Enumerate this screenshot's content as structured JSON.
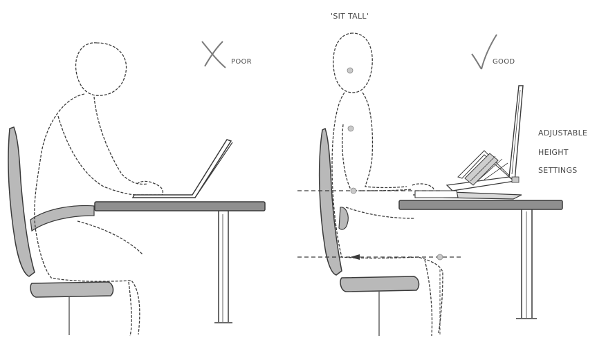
{
  "labels": {
    "sit_tall": "'SIT TALL'",
    "poor": "POOR",
    "good": "GOOD",
    "adjustable_line1": "ADJUSTABLE",
    "adjustable_line2": "HEIGHT",
    "adjustable_line3": "SETTINGS"
  },
  "icons": {
    "poor_mark": "x-mark-icon",
    "good_mark": "check-mark-icon"
  },
  "colors": {
    "line": "#3a3a3a",
    "chair_fill": "#b9b9b9",
    "desk_fill": "#8f8f8f",
    "marker_fill": "#c9c9c9"
  }
}
